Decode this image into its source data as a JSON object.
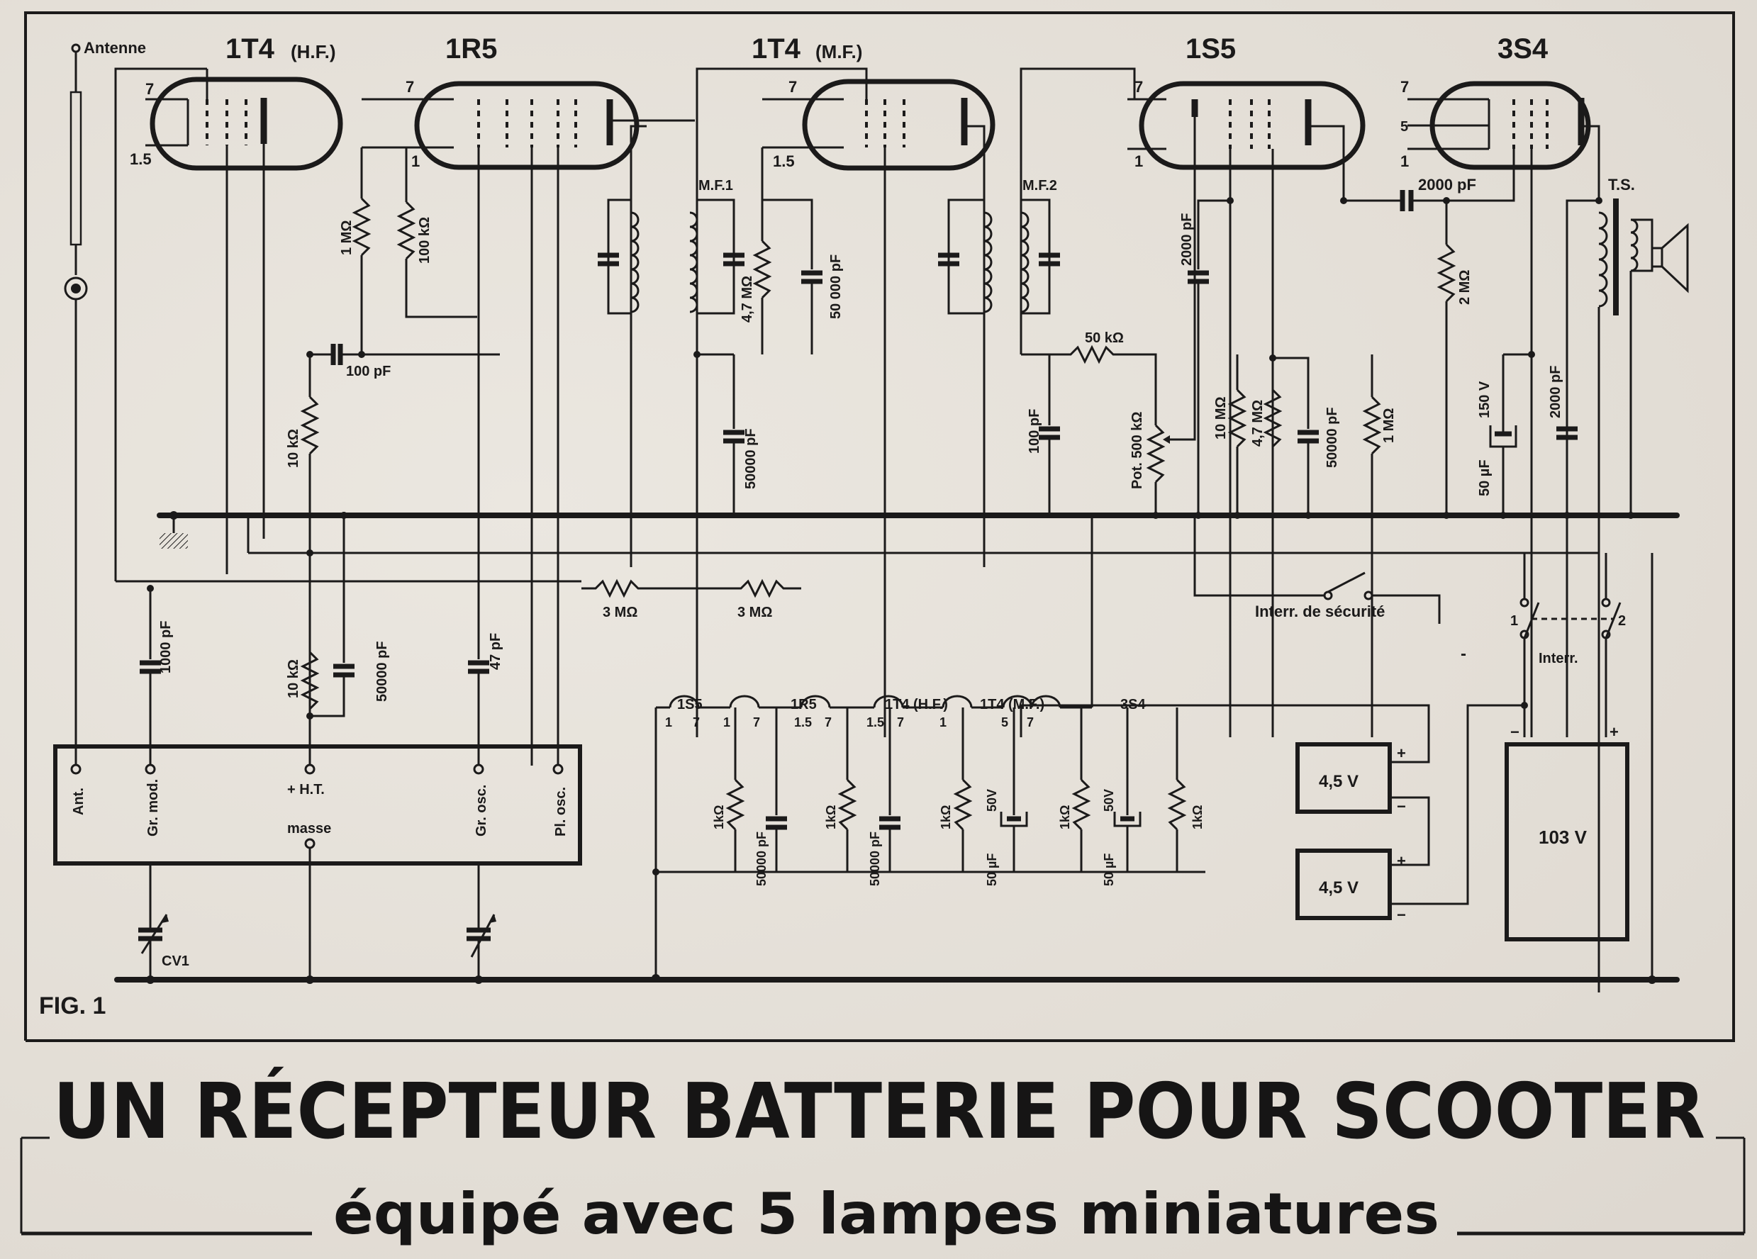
{
  "figure": {
    "label": "FIG. 1",
    "title": "UN RÉCEPTEUR BATTERIE POUR SCOOTER",
    "subtitle": "équipé avec 5 lampes miniatures"
  },
  "tubes": [
    {
      "name": "1T4",
      "role": "(H.F.)",
      "pins": [
        "7",
        "1.5"
      ]
    },
    {
      "name": "1R5",
      "role": "",
      "pins": [
        "7",
        "1"
      ]
    },
    {
      "name": "1T4",
      "role": "(M.F.)",
      "pins": [
        "7",
        "1.5"
      ]
    },
    {
      "name": "1S5",
      "role": "",
      "pins": [
        "7",
        "1"
      ]
    },
    {
      "name": "3S4",
      "role": "",
      "pins": [
        "7",
        "5",
        "1"
      ]
    }
  ],
  "antenna": {
    "label": "Antenne"
  },
  "components": {
    "r_1M": "1 MΩ",
    "r_100k": "100 kΩ",
    "c_100p": "100 pF",
    "r_10k_top": "10 kΩ",
    "r_10k_bot": "10 kΩ",
    "c_1000p": "1000 pF",
    "c_50000p_osc": "50000 pF",
    "c_47p": "47 pF",
    "mf1": "M.F.1",
    "mf2": "M.F.2",
    "r_47M_mf1": "4,7 MΩ",
    "c_50000p_mf1": "50 000 pF",
    "c_50000p_bias": "50000 pF",
    "r_3M_a": "3 MΩ",
    "r_3M_b": "3 MΩ",
    "r_50k": "50 kΩ",
    "c_100p_det": "100 pF",
    "pot": "Pot. 500 kΩ",
    "c_2000p_1s5": "2000 pF",
    "r_10M": "10 MΩ",
    "r_47M_1s5": "4,7 MΩ",
    "c_50000p_1s5": "50000 pF",
    "r_1M_1s5": "1 MΩ",
    "c_2000p_coupling": "2000 pF",
    "r_2M": "2 MΩ",
    "c_50u_150v": "50 µF",
    "v_150": "150 V",
    "c_2000p_out": "2000 pF",
    "ts": "T.S.",
    "cv1": "CV1"
  },
  "module": {
    "terminals": [
      "Ant.",
      "Gr. mod.",
      "+ H.T.",
      "Gr. osc.",
      "Pl. osc."
    ],
    "ground": "masse"
  },
  "filament_chain": {
    "tubes": [
      {
        "name": "1S5",
        "pins": [
          "1",
          "7"
        ]
      },
      {
        "name": "1R5",
        "pins": [
          "1",
          "7"
        ]
      },
      {
        "name": "1T4 (H.F.)",
        "pins": [
          "1.5",
          "7"
        ]
      },
      {
        "name": "1T4 (M.F.)",
        "pins": [
          "1.5",
          "7"
        ]
      },
      {
        "name": "3S4",
        "pins": [
          "1",
          "5",
          "7"
        ]
      }
    ],
    "shunts": [
      {
        "r": "1kΩ",
        "c": "50000 pF"
      },
      {
        "r": "1kΩ",
        "c": "50000 pF"
      },
      {
        "r": "1kΩ",
        "c": "50 µF",
        "v": "50V"
      },
      {
        "r": "1kΩ",
        "c": "50 µF",
        "v": "50V"
      },
      {
        "r": "1kΩ"
      }
    ]
  },
  "power": {
    "safety_switch": "Interr. de sécurité",
    "main_switch": "Interr.",
    "switch_poles": [
      "1",
      "2"
    ],
    "minus_sign": "-",
    "batteries": [
      {
        "label": "4,5 V",
        "plus": "+",
        "minus": "−"
      },
      {
        "label": "4,5 V",
        "plus": "+",
        "minus": "−"
      },
      {
        "label": "103 V",
        "plus": "+",
        "minus": "−"
      }
    ]
  }
}
